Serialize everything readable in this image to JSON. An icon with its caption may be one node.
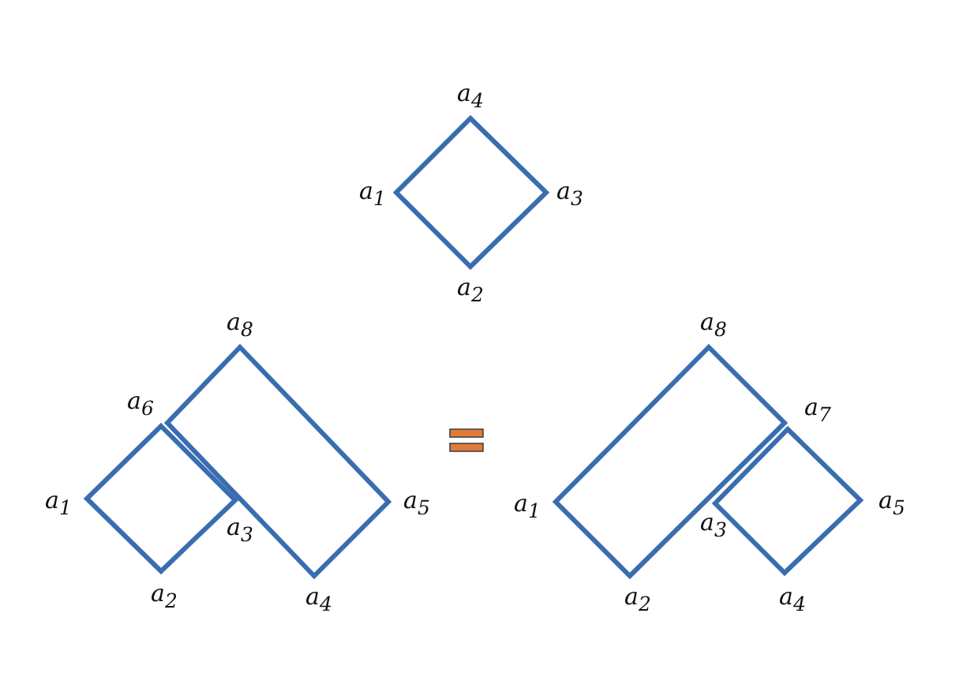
{
  "diagram": {
    "labels": [
      "a$_{4}$",
      "a$_{1}$",
      "a$_{3}$",
      "a$_{2}$",
      "a$_{8}$",
      "a$_{6}$",
      "a$_{1}$",
      "a$_{3}$",
      "a$_{5}$",
      "a$_{2}$",
      "a$_{4}$",
      "a$_{8}$",
      "a$_{7}$",
      "a$_{1}$",
      "a$_{3}$",
      "a$_{5}$",
      "a$_{2}$",
      "a$_{4}$"
    ]
  }
}
